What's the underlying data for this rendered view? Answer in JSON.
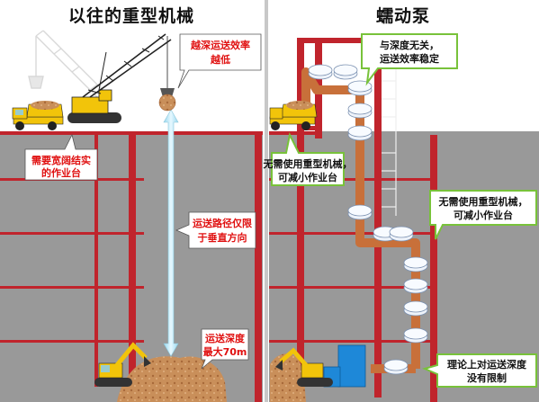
{
  "left_panel": {
    "title": "以往的重型机械",
    "callouts": {
      "efficiency": [
        "越深运送效率",
        "越低"
      ],
      "platform": [
        "需要宽阔结实",
        "的作业台"
      ],
      "route": [
        "运送路径仅限",
        "于垂直方向"
      ],
      "depth": [
        "运送深度",
        "最大70m"
      ]
    }
  },
  "right_panel": {
    "title": "蠕动泵",
    "callouts": {
      "depth_independent": [
        "与深度无关，",
        "运送效率稳定"
      ],
      "no_heavy_left": [
        "无需使用重型机械，",
        "可减小作业台"
      ],
      "no_heavy_right": [
        "无需使用重型机械，",
        "可减小作业台"
      ],
      "unlimited": [
        "理论上对运送深度",
        "没有限制"
      ]
    }
  },
  "colors": {
    "ground": "#999999",
    "steel": "#c0242c",
    "pipe": "#c8703a",
    "soil": "#c98f5a",
    "callout_red": "#e01010",
    "callout_green": "#78c23a",
    "arrow": "#bfe8f4"
  }
}
